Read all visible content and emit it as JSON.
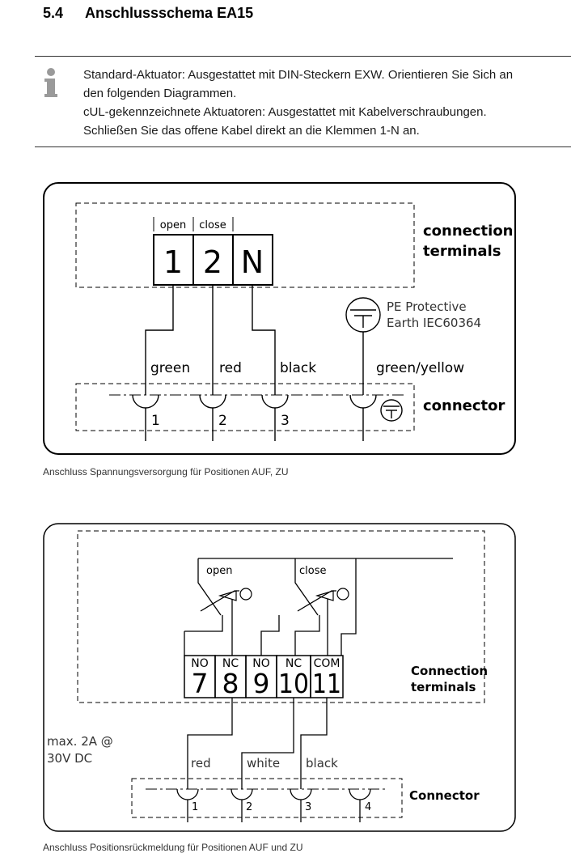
{
  "header": {
    "section_number": "5.4",
    "title": "Anschlussschema EA15"
  },
  "note": {
    "icon": "info-icon",
    "lines": [
      "Standard-Aktuator: Ausgestattet mit DIN-Steckern EXW. Orientieren Sie Sich an",
      "den folgenden Diagrammen.",
      "cUL-gekennzeichnete Aktuatoren: Ausgestattet mit Kabelverschraubungen.",
      "Schließen Sie das offene Kabel direkt an die Klemmen 1-N an."
    ]
  },
  "diagram1": {
    "terminal_labels": [
      "open",
      "close"
    ],
    "terminals": [
      "1",
      "2",
      "N"
    ],
    "box_label_line1": "connection",
    "box_label_line2": "terminals",
    "pe_line1": "PE   Protective",
    "pe_line2": "Earth IEC60364",
    "wires": [
      "green",
      "red",
      "black",
      "green/yellow"
    ],
    "connector_label": "connector",
    "pins": [
      "1",
      "2",
      "3"
    ],
    "caption": "Anschluss Spannungsversorgung für  Positionen AUF, ZU"
  },
  "diagram2": {
    "switches": [
      "open",
      "close"
    ],
    "terminal_types": [
      "NO",
      "NC",
      "NO",
      "NC",
      "COM"
    ],
    "terminal_numbers": [
      "7",
      "8",
      "9",
      "10",
      "11"
    ],
    "box_label_line1": "Connection",
    "box_label_line2": "terminals",
    "rating_line1": "max. 2A @",
    "rating_line2": "30V DC",
    "wires": [
      "red",
      "white",
      "black"
    ],
    "connector_label": "Connector",
    "pins": [
      "1",
      "2",
      "3",
      "4"
    ],
    "caption": "Anschluss Positionsrückmeldung für Positionen AUF und ZU"
  }
}
